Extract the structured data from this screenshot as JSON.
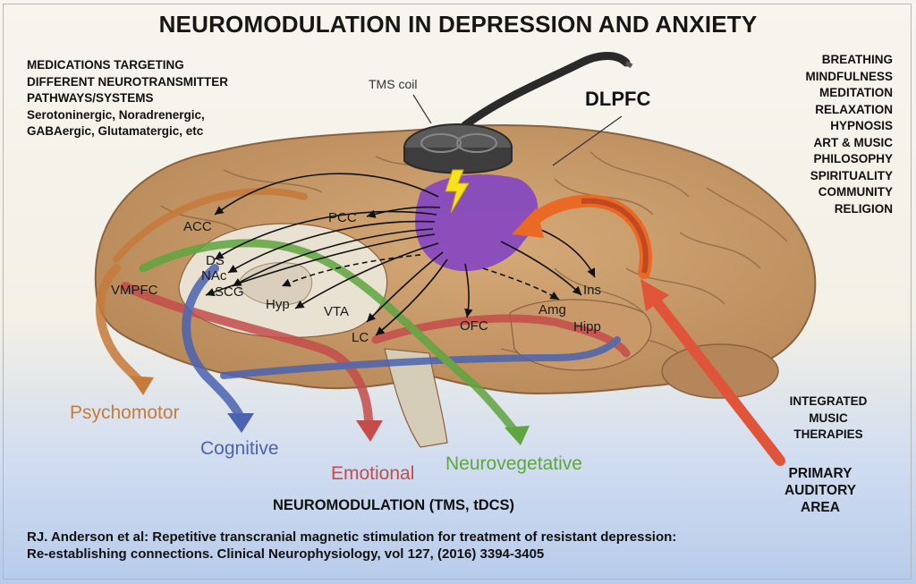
{
  "title": "NEUROMODULATION IN DEPRESSION AND ANXIETY",
  "medications": {
    "lines": [
      "MEDICATIONS TARGETING",
      "DIFFERENT NEUROTRANSMITTER",
      "PATHWAYS/SYSTEMS",
      "Serotoninergic, Noradrenergic,",
      "GABAergic, Glutamatergic, etc"
    ]
  },
  "therapies": [
    "BREATHING",
    "MINDFULNESS",
    "MEDITATION",
    "RELAXATION",
    "HYPNOSIS",
    "ART & MUSIC",
    "PHILOSOPHY",
    "SPIRITUALITY",
    "COMMUNITY",
    "RELIGION"
  ],
  "integrated_music": [
    "INTEGRATED",
    "MUSIC",
    "THERAPIES"
  ],
  "primary_auditory": [
    "PRIMARY",
    "AUDITORY",
    "AREA"
  ],
  "tms_coil_label": "TMS coil",
  "dlpfc_label": "DLPFC",
  "regions": {
    "acc": "ACC",
    "pcc": "PCC",
    "ds": "DS",
    "nac": "NAc",
    "scg": "SCG",
    "vmpfc": "VMPFC",
    "hyp": "Hyp",
    "vta": "VTA",
    "lc": "LC",
    "ofc": "OFC",
    "amg": "Amg",
    "hipp": "Hipp",
    "ins": "Ins"
  },
  "categories": {
    "psychomotor": "Psychomotor",
    "cognitive": "Cognitive",
    "emotional": "Emotional",
    "neurovegetative": "Neurovegetative"
  },
  "colors": {
    "psychomotor": "#c77a3a",
    "cognitive": "#4b63b0",
    "emotional": "#c44d4b",
    "neurovegetative": "#5fa540",
    "dlpfc": "#8446c0",
    "brain": "#c79a6a"
  },
  "neuromodulation_label": "NEUROMODULATION (TMS, tDCS)",
  "citation": {
    "line1": "RJ. Anderson et al: Repetitive transcranial magnetic stimulation for treatment of resistant depression:",
    "line2": "Re-establishing connections. Clinical Neurophysiology, vol 127, (2016) 3394-3405"
  }
}
